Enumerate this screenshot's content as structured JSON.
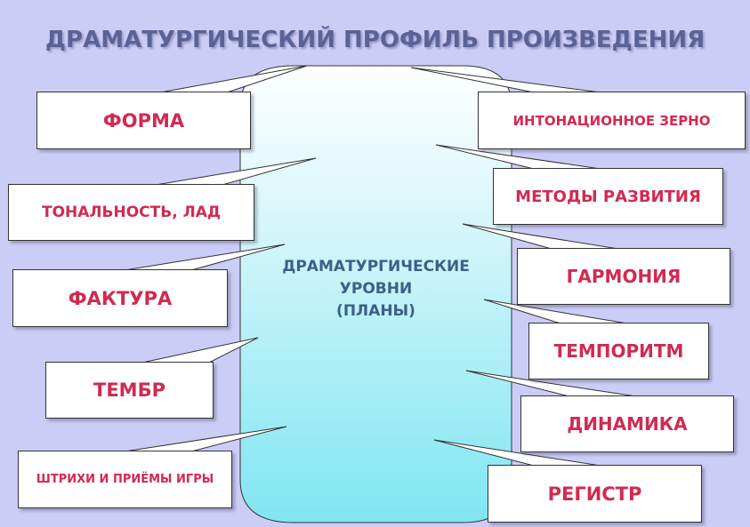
{
  "title": "ДРАМАТУРГИЧЕСКИЙ ПРОФИЛЬ ПРОИЗВЕДЕНИЯ",
  "center": {
    "line1": "ДРАМАТУРГИЧЕСКИЕ",
    "line2": "УРОВНИ",
    "line3": "(ПЛАНЫ)"
  },
  "left_items": [
    "ФОРМА",
    "ТОНАЛЬНОСТЬ, ЛАД",
    "ФАКТУРА",
    "ТЕМБР",
    "ШТРИХИ И ПРИЁМЫ ИГРЫ"
  ],
  "right_items": [
    "ИНТОНАЦИОННОЕ ЗЕРНО",
    "МЕТОДЫ РАЗВИТИЯ",
    "ГАРМОНИЯ",
    "ТЕМПОРИТМ",
    "ДИНАМИКА",
    "РЕГИСТР"
  ],
  "colors": {
    "background": "#cccdf7",
    "label_red": "#d12a52",
    "label_blue": "#3a4d9c",
    "center_text": "#3e5f88"
  }
}
